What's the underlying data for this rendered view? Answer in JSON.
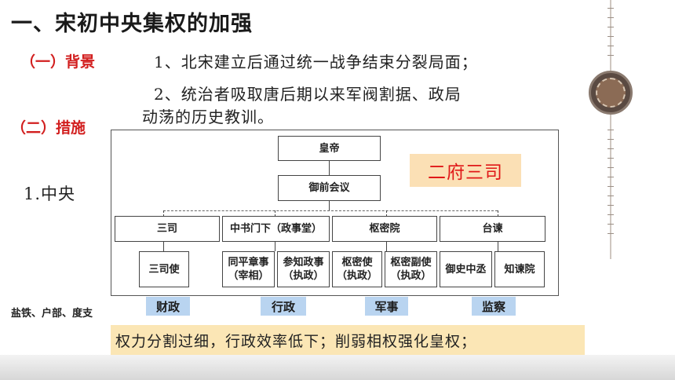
{
  "title": "一、宋初中央集权的加强",
  "background": {
    "heading": "（一）背景",
    "line1": "1、北宋建立后通过统一战争结束分裂局面；",
    "line2a": "2、统治者吸取唐后期以来军阀割据、政局",
    "line2b": "动荡的历史教训。"
  },
  "measures": {
    "heading": "（二）措施",
    "central": "1.中央"
  },
  "diagram": {
    "emperor": "皇帝",
    "council": "御前会议",
    "highlight": "二府三司",
    "branches": [
      "三司",
      "中书门下（政事堂）",
      "枢密院",
      "台谏"
    ],
    "leaves": [
      {
        "l1": "三司使"
      },
      {
        "l1": "同平章事",
        "l2": "（宰相）"
      },
      {
        "l1": "参知政事",
        "l2": "（执政）"
      },
      {
        "l1": "枢密使",
        "l2": "（执政）"
      },
      {
        "l1": "枢密副使",
        "l2": "（执政）"
      },
      {
        "l1": "御史中丞"
      },
      {
        "l1": "知谏院"
      }
    ]
  },
  "labels": {
    "finance": "财政",
    "admin": "行政",
    "military": "军事",
    "supervision": "监察",
    "sansi_detail": "盐铁、户部、度支"
  },
  "conclusion": "权力分割过细，行政效率低下；削弱相权强化皇权；",
  "colors": {
    "accent_red": "#d21f1f",
    "tag_blue": "#b9d4f0",
    "note_yellow": "#fbe6b5"
  }
}
